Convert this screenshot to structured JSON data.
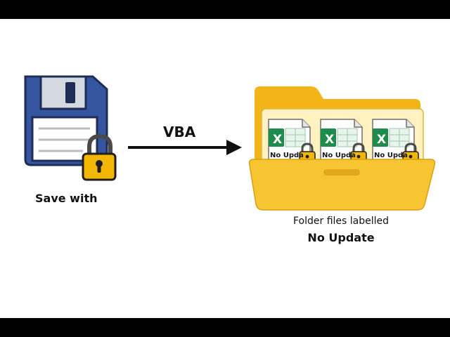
{
  "save": {
    "label": "Save with"
  },
  "arrow": {
    "label": "VBA"
  },
  "folder": {
    "caption_line1": "Folder files labelled",
    "caption_line2": "No Update"
  },
  "files": [
    {
      "badge": "X",
      "label": "No Upda"
    },
    {
      "badge": "X",
      "label": "No Upda"
    },
    {
      "badge": "X",
      "label": "No Upda"
    }
  ],
  "colors": {
    "frame": "#000000",
    "floppy": "#3555a0",
    "lock": "#f2b705",
    "folder": "#f7c531",
    "excel": "#1f8b4c"
  },
  "icons": [
    "floppy-disk-icon",
    "padlock-icon",
    "arrow-right-icon",
    "folder-icon",
    "excel-file-icon"
  ]
}
